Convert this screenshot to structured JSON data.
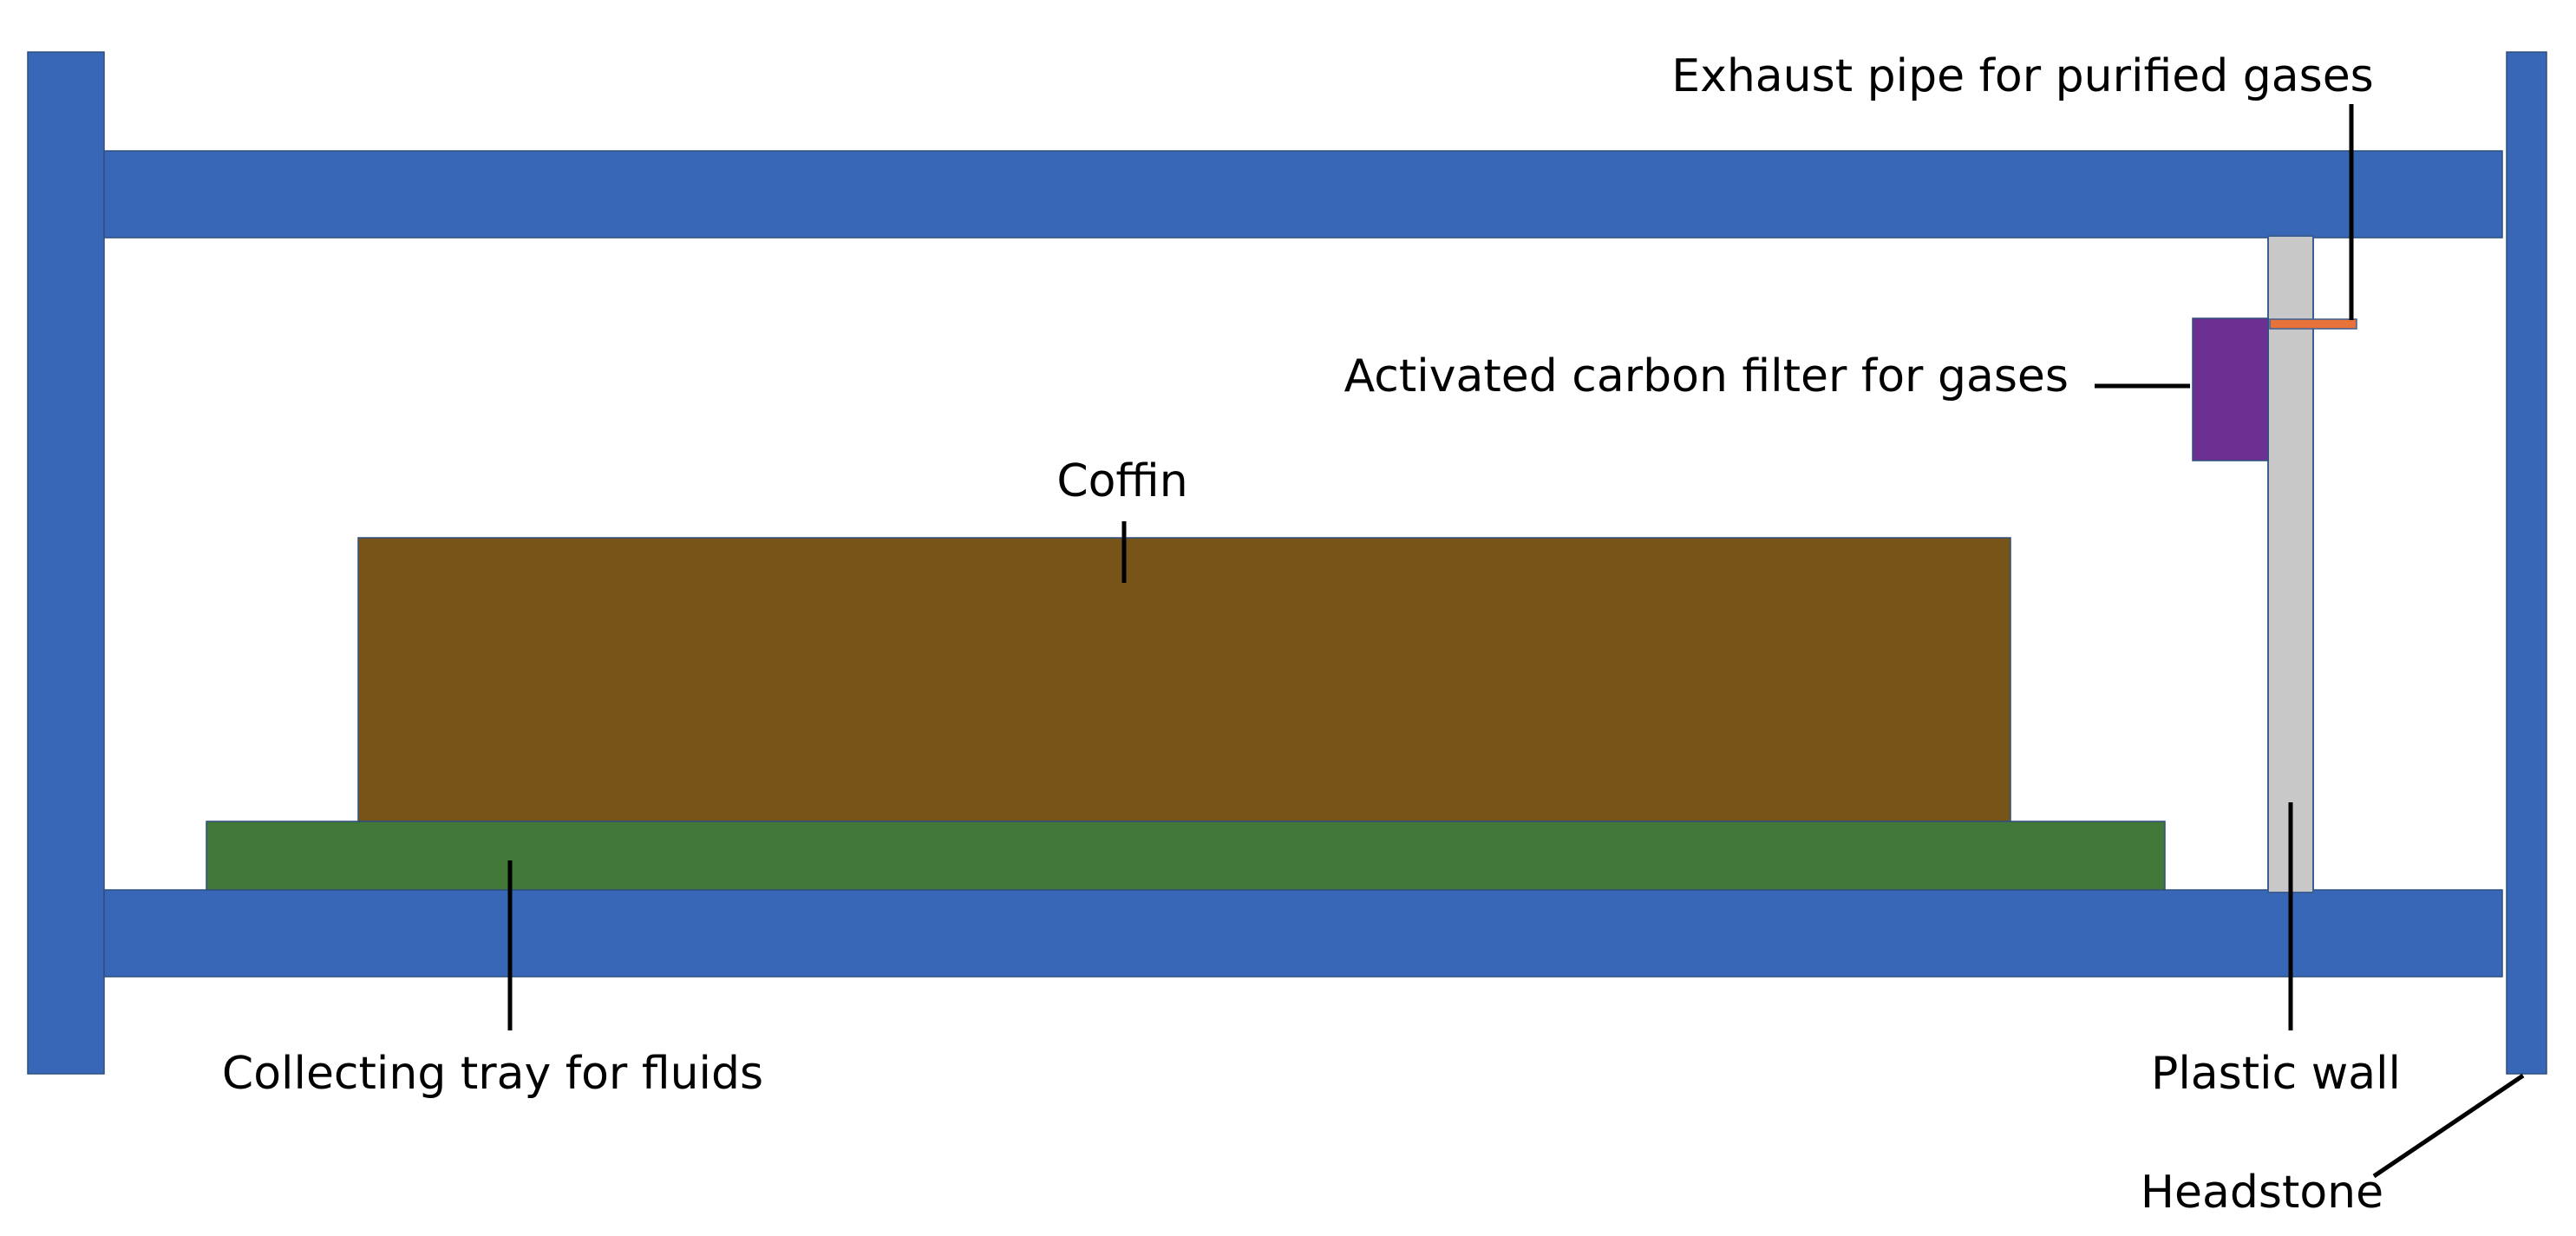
{
  "labels": {
    "exhaust_pipe": "Exhaust pipe for purified gases",
    "carbon_filter": "Activated carbon filter for gases",
    "coffin": "Coffin",
    "collecting_tray": "Collecting tray for fluids",
    "plastic_wall": "Plastic wall",
    "headstone": "Headstone"
  },
  "colors": {
    "frame_blue": "#3767b6",
    "coffin_brown": "#775418",
    "tray_green": "#427837",
    "plastic_wall_gray": "#c8c8c8",
    "filter_purple": "#6c2f92",
    "exhaust_orange": "#e8733a",
    "leader_black": "#000000"
  }
}
